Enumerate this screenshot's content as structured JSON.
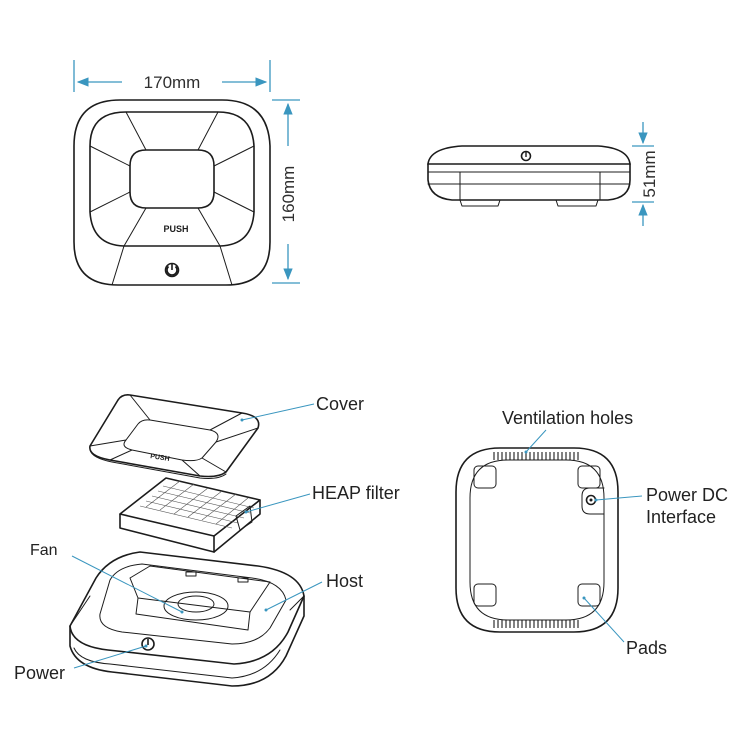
{
  "dimensions": {
    "width": "170mm",
    "depth": "160mm",
    "height": "51mm"
  },
  "device_text": {
    "push": "PUSH"
  },
  "callouts": {
    "cover": "Cover",
    "filter": "HEAP filter",
    "fan": "Fan",
    "host": "Host",
    "power": "Power",
    "ventilation": "Ventilation holes",
    "dc_line1": "Power DC",
    "dc_line2": "Interface",
    "pads": "Pads"
  },
  "colors": {
    "dimension_line": "#3a96bf",
    "outline": "#1c1c1c",
    "text": "#222222"
  },
  "icons": [
    "power-icon",
    "arrow-icon"
  ]
}
